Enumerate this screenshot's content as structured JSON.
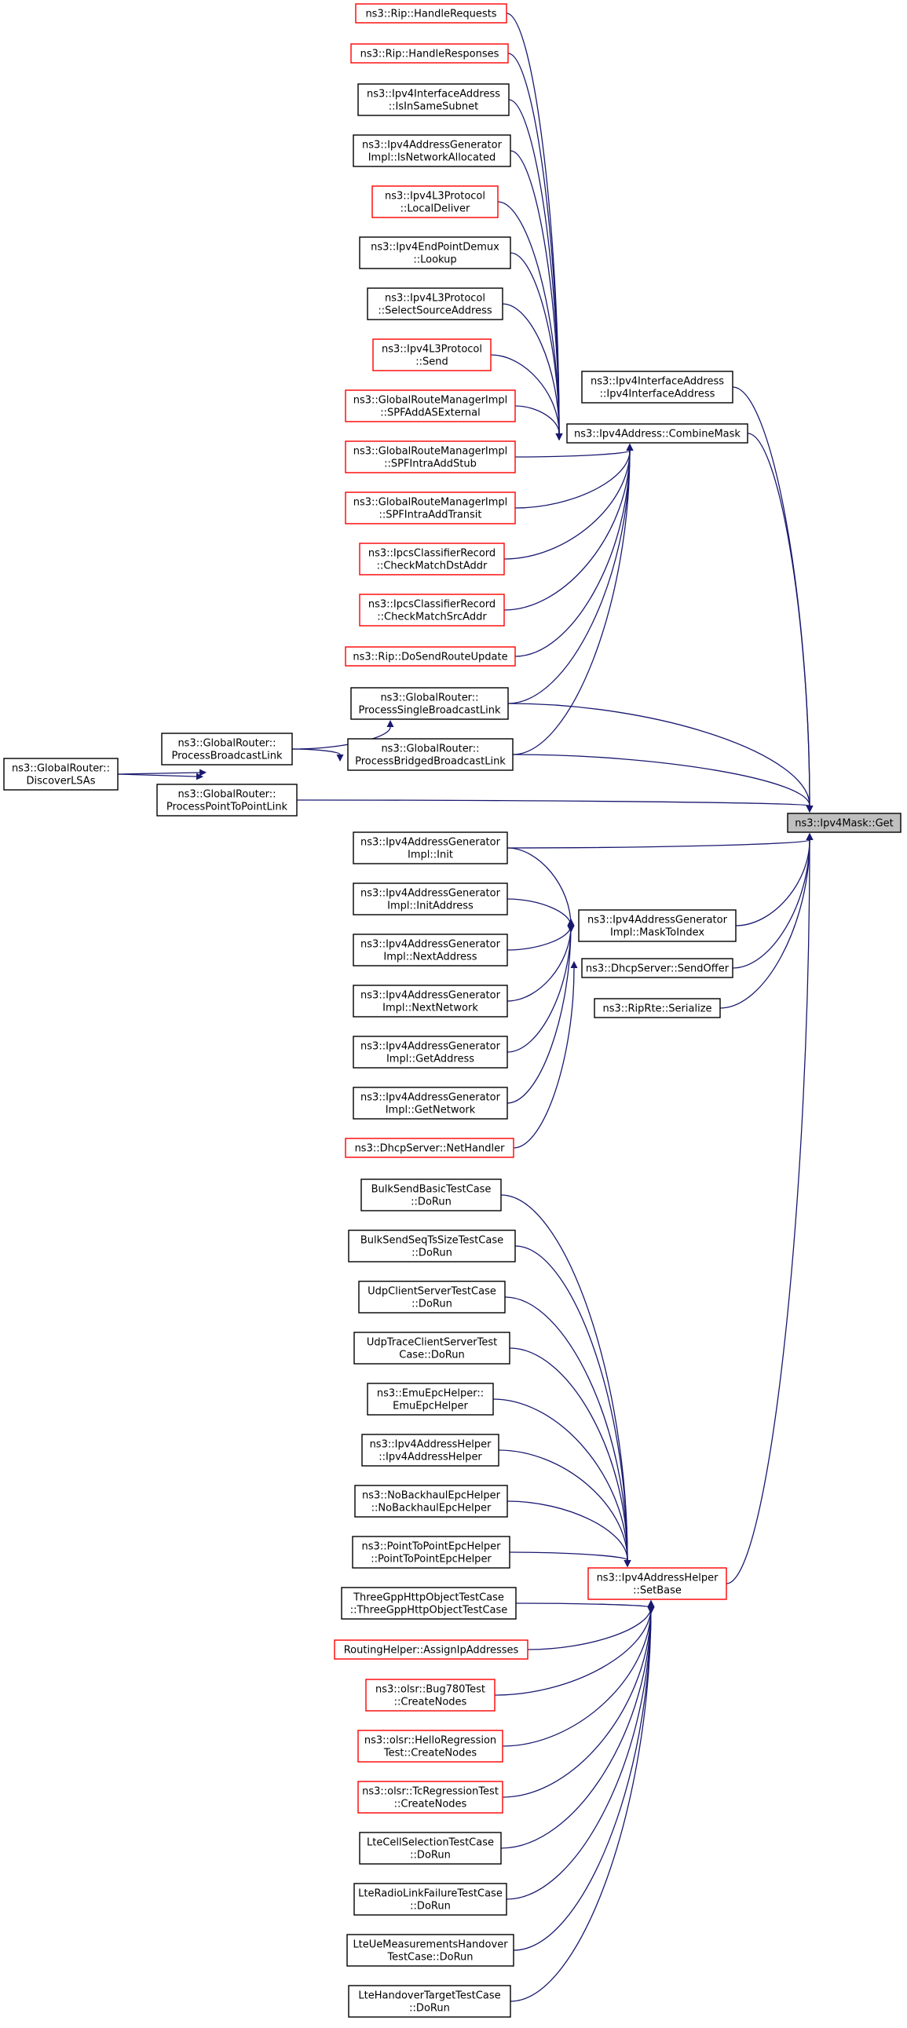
{
  "graph": {
    "target": "ns3::Ipv4Mask::Get",
    "colors": {
      "edge": "#191970",
      "border_black": "#000000",
      "border_red": "#ff0000",
      "target_fill": "#bfbfbf"
    },
    "nodes": [
      {
        "id": "n_get",
        "lines": [
          "ns3::Ipv4Mask::Get"
        ],
        "border": "black",
        "fill": "#bfbfbf"
      },
      {
        "id": "n_combine",
        "lines": [
          "ns3::Ipv4Address::CombineMask"
        ],
        "border": "black"
      },
      {
        "id": "n_ifaddr_ctor",
        "lines": [
          "ns3::Ipv4InterfaceAddress",
          "::Ipv4InterfaceAddress"
        ],
        "border": "black"
      },
      {
        "id": "n_masktoindex",
        "lines": [
          "ns3::Ipv4AddressGenerator",
          "Impl::MaskToIndex"
        ],
        "border": "black"
      },
      {
        "id": "n_sendoffer",
        "lines": [
          "ns3::DhcpServer::SendOffer"
        ],
        "border": "black"
      },
      {
        "id": "n_riprte",
        "lines": [
          "ns3::RipRte::Serialize"
        ],
        "border": "black"
      },
      {
        "id": "n_setbase",
        "lines": [
          "ns3::Ipv4AddressHelper",
          "::SetBase"
        ],
        "border": "red"
      },
      {
        "id": "n_rip_req",
        "lines": [
          "ns3::Rip::HandleRequests"
        ],
        "border": "red"
      },
      {
        "id": "n_rip_resp",
        "lines": [
          "ns3::Rip::HandleResponses"
        ],
        "border": "red"
      },
      {
        "id": "n_samesubnet",
        "lines": [
          "ns3::Ipv4InterfaceAddress",
          "::IsInSameSubnet"
        ],
        "border": "black"
      },
      {
        "id": "n_netalloc",
        "lines": [
          "ns3::Ipv4AddressGenerator",
          "Impl::IsNetworkAllocated"
        ],
        "border": "black"
      },
      {
        "id": "n_localdeliver",
        "lines": [
          "ns3::Ipv4L3Protocol",
          "::LocalDeliver"
        ],
        "border": "red"
      },
      {
        "id": "n_lookup",
        "lines": [
          "ns3::Ipv4EndPointDemux",
          "::Lookup"
        ],
        "border": "black"
      },
      {
        "id": "n_selectsrc",
        "lines": [
          "ns3::Ipv4L3Protocol",
          "::SelectSourceAddress"
        ],
        "border": "black"
      },
      {
        "id": "n_send",
        "lines": [
          "ns3::Ipv4L3Protocol",
          "::Send"
        ],
        "border": "red"
      },
      {
        "id": "n_spfext",
        "lines": [
          "ns3::GlobalRouteManagerImpl",
          "::SPFAddASExternal"
        ],
        "border": "red"
      },
      {
        "id": "n_spfstub",
        "lines": [
          "ns3::GlobalRouteManagerImpl",
          "::SPFIntraAddStub"
        ],
        "border": "red"
      },
      {
        "id": "n_spftransit",
        "lines": [
          "ns3::GlobalRouteManagerImpl",
          "::SPFIntraAddTransit"
        ],
        "border": "red"
      },
      {
        "id": "n_ipcs_dst",
        "lines": [
          "ns3::IpcsClassifierRecord",
          "::CheckMatchDstAddr"
        ],
        "border": "red"
      },
      {
        "id": "n_ipcs_src",
        "lines": [
          "ns3::IpcsClassifierRecord",
          "::CheckMatchSrcAddr"
        ],
        "border": "red"
      },
      {
        "id": "n_rip_upd",
        "lines": [
          "ns3::Rip::DoSendRouteUpdate"
        ],
        "border": "red"
      },
      {
        "id": "n_single_bcast",
        "lines": [
          "ns3::GlobalRouter::",
          "ProcessSingleBroadcastLink"
        ],
        "border": "black"
      },
      {
        "id": "n_bridged_bcast",
        "lines": [
          "ns3::GlobalRouter::",
          "ProcessBridgedBroadcastLink"
        ],
        "border": "black"
      },
      {
        "id": "n_bcast",
        "lines": [
          "ns3::GlobalRouter::",
          "ProcessBroadcastLink"
        ],
        "border": "black"
      },
      {
        "id": "n_p2p",
        "lines": [
          "ns3::GlobalRouter::",
          "ProcessPointToPointLink"
        ],
        "border": "black"
      },
      {
        "id": "n_lsas",
        "lines": [
          "ns3::GlobalRouter::",
          "DiscoverLSAs"
        ],
        "border": "black"
      },
      {
        "id": "n_gen_init",
        "lines": [
          "ns3::Ipv4AddressGenerator",
          "Impl::Init"
        ],
        "border": "black"
      },
      {
        "id": "n_gen_initaddr",
        "lines": [
          "ns3::Ipv4AddressGenerator",
          "Impl::InitAddress"
        ],
        "border": "black"
      },
      {
        "id": "n_gen_nextaddr",
        "lines": [
          "ns3::Ipv4AddressGenerator",
          "Impl::NextAddress"
        ],
        "border": "black"
      },
      {
        "id": "n_gen_nextnet",
        "lines": [
          "ns3::Ipv4AddressGenerator",
          "Impl::NextNetwork"
        ],
        "border": "black"
      },
      {
        "id": "n_gen_getaddr",
        "lines": [
          "ns3::Ipv4AddressGenerator",
          "Impl::GetAddress"
        ],
        "border": "black"
      },
      {
        "id": "n_gen_getnet",
        "lines": [
          "ns3::Ipv4AddressGenerator",
          "Impl::GetNetwork"
        ],
        "border": "black"
      },
      {
        "id": "n_nethandler",
        "lines": [
          "ns3::DhcpServer::NetHandler"
        ],
        "border": "red"
      },
      {
        "id": "n_bulkbasic",
        "lines": [
          "BulkSendBasicTestCase",
          "::DoRun"
        ],
        "border": "black"
      },
      {
        "id": "n_bulkseq",
        "lines": [
          "BulkSendSeqTsSizeTestCase",
          "::DoRun"
        ],
        "border": "black"
      },
      {
        "id": "n_udpcs",
        "lines": [
          "UdpClientServerTestCase",
          "::DoRun"
        ],
        "border": "black"
      },
      {
        "id": "n_udptrace",
        "lines": [
          "UdpTraceClientServerTest",
          "Case::DoRun"
        ],
        "border": "black"
      },
      {
        "id": "n_emuepc",
        "lines": [
          "ns3::EmuEpcHelper::",
          "EmuEpcHelper"
        ],
        "border": "black"
      },
      {
        "id": "n_ipv4helper",
        "lines": [
          "ns3::Ipv4AddressHelper",
          "::Ipv4AddressHelper"
        ],
        "border": "black"
      },
      {
        "id": "n_nobackhaul",
        "lines": [
          "ns3::NoBackhaulEpcHelper",
          "::NoBackhaulEpcHelper"
        ],
        "border": "black"
      },
      {
        "id": "n_p2pepc",
        "lines": [
          "ns3::PointToPointEpcHelper",
          "::PointToPointEpcHelper"
        ],
        "border": "black"
      },
      {
        "id": "n_3gpphttp",
        "lines": [
          "ThreeGppHttpObjectTestCase",
          "::ThreeGppHttpObjectTestCase"
        ],
        "border": "black"
      },
      {
        "id": "n_routinghelper",
        "lines": [
          "RoutingHelper::AssignIpAddresses"
        ],
        "border": "red"
      },
      {
        "id": "n_bug780",
        "lines": [
          "ns3::olsr::Bug780Test",
          "::CreateNodes"
        ],
        "border": "red"
      },
      {
        "id": "n_hello",
        "lines": [
          "ns3::olsr::HelloRegression",
          "Test::CreateNodes"
        ],
        "border": "red"
      },
      {
        "id": "n_tcreg",
        "lines": [
          "ns3::olsr::TcRegressionTest",
          "::CreateNodes"
        ],
        "border": "red"
      },
      {
        "id": "n_ltecell",
        "lines": [
          "LteCellSelectionTestCase",
          "::DoRun"
        ],
        "border": "black"
      },
      {
        "id": "n_lterlf",
        "lines": [
          "LteRadioLinkFailureTestCase",
          "::DoRun"
        ],
        "border": "black"
      },
      {
        "id": "n_ltemeas",
        "lines": [
          "LteUeMeasurementsHandover",
          "TestCase::DoRun"
        ],
        "border": "black"
      },
      {
        "id": "n_ltehandover",
        "lines": [
          "LteHandoverTargetTestCase",
          "::DoRun"
        ],
        "border": "black"
      }
    ]
  }
}
